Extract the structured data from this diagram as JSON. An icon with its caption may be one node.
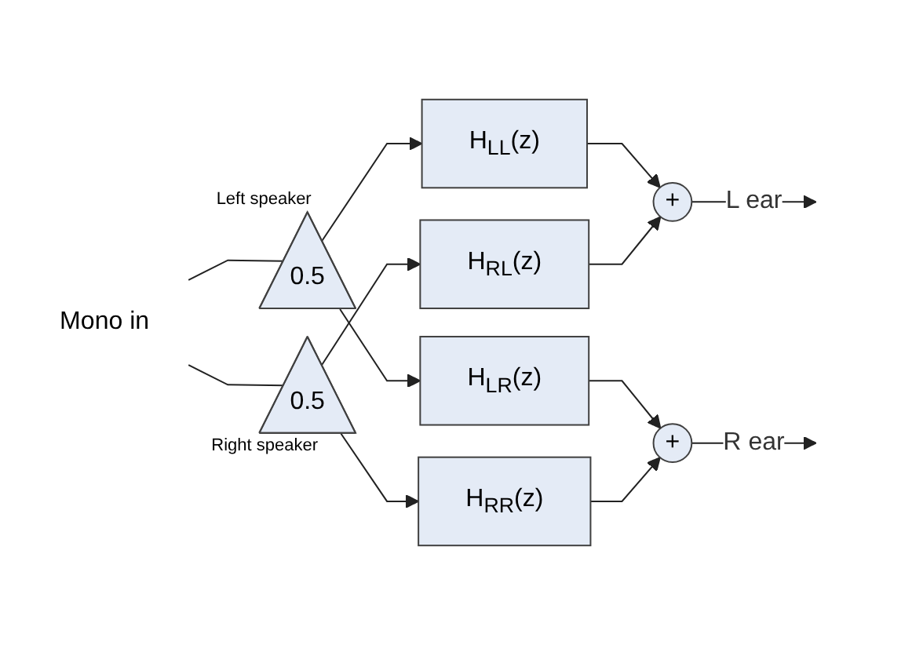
{
  "diagram": {
    "nodes": [
      {
        "text": [
          "Mono in"
        ]
      },
      {
        "text": [
          "0.5"
        ],
        "beside": [
          "Left speaker"
        ]
      },
      {
        "text": [
          "0.5"
        ],
        "beside": [
          "Right speaker"
        ]
      },
      {
        "text": [
          "H$_{LL}$(z)"
        ]
      },
      {
        "text": [
          "H$_{RL}$(z)"
        ]
      },
      {
        "text": [
          "H$_{LR}$(z)"
        ]
      },
      {
        "text": [
          "H$_{RR}$(z)"
        ]
      },
      {
        "text": [
          "+"
        ]
      },
      {
        "text": [
          "+"
        ]
      }
    ],
    "edges": [
      {
        "from": 0,
        "to": 1,
        "arrow": "none"
      },
      {
        "from": 0,
        "to": 2,
        "arrow": "none"
      },
      {
        "from": 1,
        "to": 3,
        "arrow": "to"
      },
      {
        "from": 1,
        "to": 5,
        "arrow": "to"
      },
      {
        "from": 2,
        "to": 4,
        "arrow": "to"
      },
      {
        "from": 2,
        "to": 6,
        "arrow": "to"
      },
      {
        "from": 3,
        "to": 7,
        "arrow": "to"
      },
      {
        "from": 4,
        "to": 7,
        "arrow": "to"
      },
      {
        "from": 5,
        "to": 8,
        "arrow": "to"
      },
      {
        "from": 6,
        "to": 8,
        "arrow": "to"
      },
      {
        "from": 7,
        "to": null,
        "arrow": "to",
        "label": "L ear"
      },
      {
        "from": 8,
        "to": null,
        "arrow": "to",
        "label": "R ear"
      }
    ]
  }
}
